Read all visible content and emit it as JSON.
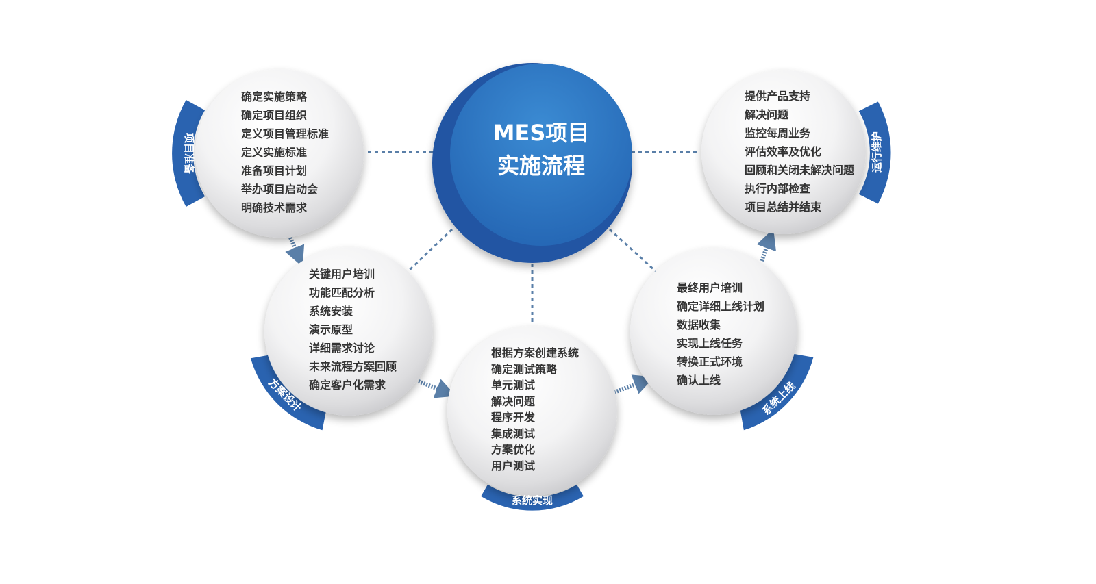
{
  "center": {
    "line1": "MES项目",
    "line2": "实施流程"
  },
  "colors": {
    "primary": "#2a6ab8",
    "primary_light": "#3a86cf",
    "dark": "#1f5aa5",
    "connector": "#5a7fa8",
    "text": "#333333"
  },
  "phases": [
    {
      "id": "prep",
      "label": "项目准备",
      "items": [
        "确定实施策略",
        "确定项目组织",
        "定义项目管理标准",
        "定义实施标准",
        "准备项目计划",
        "举办项目启动会",
        "明确技术需求"
      ]
    },
    {
      "id": "design",
      "label": "方案设计",
      "items": [
        "关键用户培训",
        "功能匹配分析",
        "系统安装",
        "演示原型",
        "详细需求讨论",
        "未来流程方案回顾",
        "确定客户化需求"
      ]
    },
    {
      "id": "build",
      "label": "系统实现",
      "items": [
        "根据方案创建系统",
        "确定测试策略",
        "单元测试",
        "解决问题",
        "程序开发",
        "集成测试",
        "方案优化",
        "用户测试"
      ]
    },
    {
      "id": "golive",
      "label": "系统上线",
      "items": [
        "最终用户培训",
        "确定详细上线计划",
        "数据收集",
        "实现上线任务",
        "转换正式环境",
        "确认上线"
      ]
    },
    {
      "id": "support",
      "label": "运行维护",
      "items": [
        "提供产品支持",
        "解决问题",
        "监控每周业务",
        "评估效率及优化",
        "回顾和关闭未解决问题",
        "执行内部检查",
        "项目总结并结束"
      ]
    }
  ]
}
